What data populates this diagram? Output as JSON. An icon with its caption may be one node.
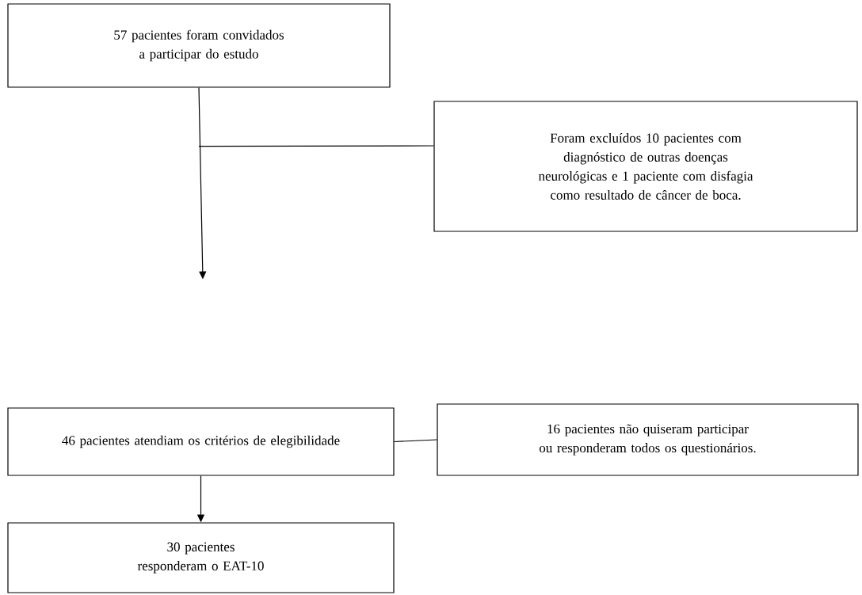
{
  "diagram": {
    "nodes": [
      {
        "text": [
          "57 pacientes foram convidados a participar do estudo"
        ]
      },
      {
        "text": [
          "Foram excluídos 10 pacientes com diagnóstico de outras doenças neurológicas e 1 paciente com disfagia como resultado de câncer de boca."
        ]
      },
      {
        "text": [
          "46 pacientes atendiam os critérios de elegibilidade"
        ]
      },
      {
        "text": [
          "16 pacientes não quiseram participar ou responderam todos os questionários."
        ]
      },
      {
        "text": [
          "30 pacientes responderam o EAT-10"
        ]
      }
    ],
    "edges": [
      {
        "from": 0,
        "to": null,
        "arrow": "to"
      },
      {
        "from": 0,
        "to": 1,
        "arrow": "none"
      },
      {
        "from": 2,
        "to": 3,
        "arrow": "none"
      },
      {
        "from": 2,
        "to": 4,
        "arrow": "to"
      }
    ]
  }
}
